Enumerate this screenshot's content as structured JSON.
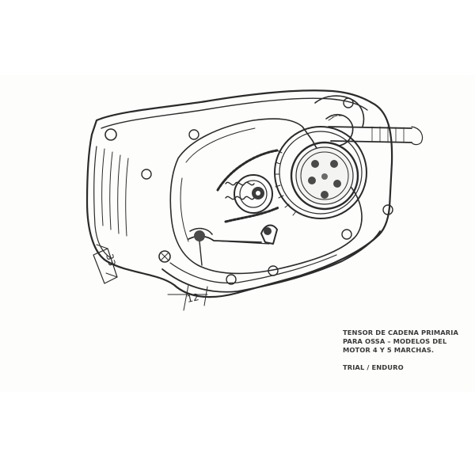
{
  "dimensions": {
    "height_label": "33",
    "offset_label": "12"
  },
  "caption": {
    "lines": [
      "TENSOR DE CADENA PRIMARIA",
      "PARA OSSA – MODELOS DEL",
      "MOTOR 4 Y 5 MARCHAS."
    ],
    "subtitle": "TRIAL / ENDURO"
  }
}
